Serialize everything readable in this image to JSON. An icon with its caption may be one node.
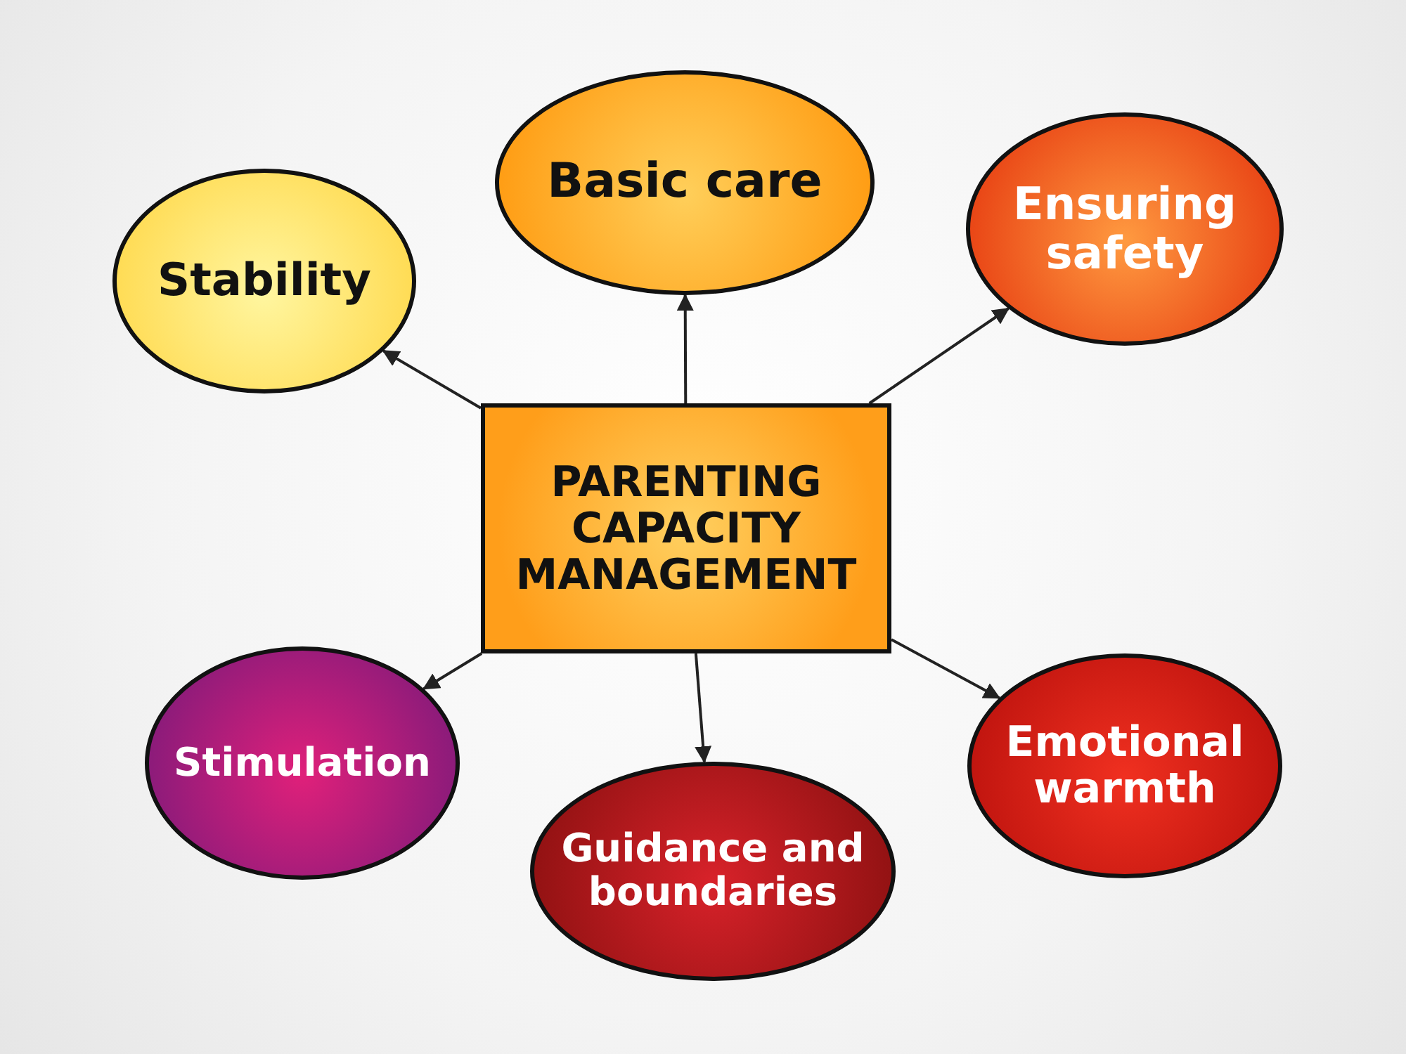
{
  "diagram": {
    "nodes": [
      {
        "text": [
          "PARENTING CAPACITY MANAGEMENT"
        ]
      },
      {
        "text": [
          "Stability"
        ]
      },
      {
        "text": [
          "Basic care"
        ]
      },
      {
        "text": [
          "Ensuring safety"
        ]
      },
      {
        "text": [
          "Stimulation"
        ]
      },
      {
        "text": [
          "Guidance and boundaries"
        ]
      },
      {
        "text": [
          "Emotional warmth"
        ]
      }
    ],
    "edges": [
      {
        "from": 0,
        "to": 1,
        "arrow": "to"
      },
      {
        "from": 0,
        "to": 2,
        "arrow": "to"
      },
      {
        "from": 0,
        "to": 3,
        "arrow": "to"
      },
      {
        "from": 0,
        "to": 4,
        "arrow": "to"
      },
      {
        "from": 0,
        "to": 5,
        "arrow": "to"
      },
      {
        "from": 0,
        "to": 6,
        "arrow": "to"
      }
    ]
  }
}
